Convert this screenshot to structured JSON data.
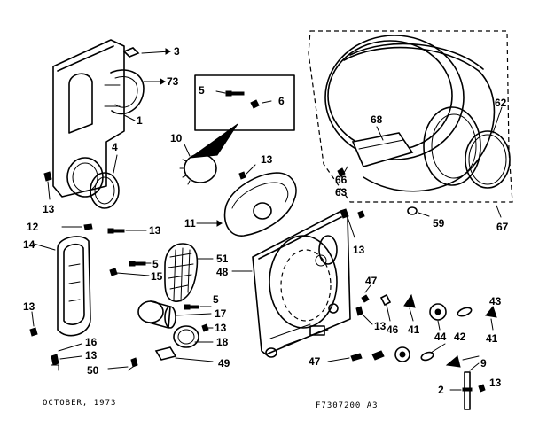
{
  "callouts": {
    "c3": "3",
    "c73": "73",
    "c1": "1",
    "c4": "4",
    "c13a": "13",
    "c5a": "5",
    "c6": "6",
    "c10": "10",
    "c13b": "13",
    "c11": "11",
    "c68": "68",
    "c62": "62",
    "c66": "66",
    "c63": "63",
    "c59": "59",
    "c67": "67",
    "c12": "12",
    "c14": "14",
    "c13c": "13",
    "c5b": "5",
    "c15": "15",
    "c51": "51",
    "c48": "48",
    "c13d": "13",
    "c47a": "47",
    "c13e": "13",
    "c5c": "5",
    "c17": "17",
    "c13f": "13",
    "c18": "18",
    "c16": "16",
    "c13g": "13",
    "c50": "50",
    "c49": "49",
    "c13h": "13",
    "c46": "46",
    "c41a": "41",
    "c44": "44",
    "c42": "42",
    "c43": "43",
    "c41b": "41",
    "c47b": "47",
    "c9": "9",
    "c2": "2",
    "c13i": "13"
  },
  "footer": {
    "left": "OCTOBER, 1973",
    "right": "F7307200 A3"
  }
}
